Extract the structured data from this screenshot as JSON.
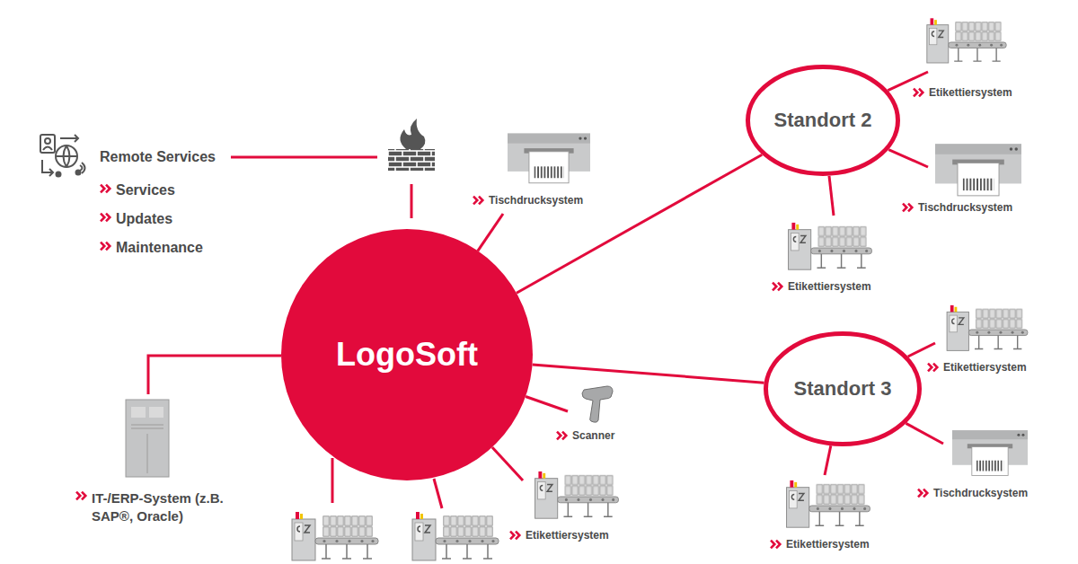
{
  "diagram": {
    "nodes": [
      {
        "text": [
          "Remote Services",
          "Services",
          "Updates",
          "Maintenance"
        ]
      },
      {
        "text": [
          "Tischdrucksystem"
        ]
      },
      {
        "text": [
          "Standort 2"
        ]
      },
      {
        "text": [
          "Etikettiersystem"
        ]
      },
      {
        "text": [
          "Tischdrucksystem"
        ]
      },
      {
        "text": [
          "Etikettiersystem"
        ]
      },
      {
        "text": [
          "LogoSoft"
        ]
      },
      {
        "text": [
          "Etikettiersystem"
        ]
      },
      {
        "text": [
          "Standort 3"
        ]
      },
      {
        "text": [
          "Tischdrucksystem"
        ]
      },
      {
        "text": [
          "Etikettiersystem"
        ]
      },
      {
        "text": [
          "Scanner"
        ]
      },
      {
        "text": [
          "IT-/ERP-System (z.B. SAP®, Oracle)"
        ]
      },
      {
        "text": [
          "Etikettiersystem"
        ]
      }
    ],
    "edges": [
      {
        "from": 0,
        "to": 6,
        "arrow": "none"
      },
      {
        "from": 6,
        "to": 1,
        "arrow": "none"
      },
      {
        "from": 6,
        "to": 2,
        "arrow": "none"
      },
      {
        "from": 2,
        "to": 3,
        "arrow": "none"
      },
      {
        "from": 2,
        "to": 4,
        "arrow": "none"
      },
      {
        "from": 2,
        "to": 5,
        "arrow": "none"
      },
      {
        "from": 6,
        "to": 8,
        "arrow": "none"
      },
      {
        "from": 8,
        "to": 7,
        "arrow": "none"
      },
      {
        "from": 8,
        "to": 9,
        "arrow": "none"
      },
      {
        "from": 8,
        "to": 10,
        "arrow": "none"
      },
      {
        "from": 6,
        "to": 11,
        "arrow": "none"
      },
      {
        "from": 6,
        "to": 12,
        "arrow": "none"
      },
      {
        "from": 6,
        "to": 13,
        "arrow": "none"
      }
    ]
  }
}
